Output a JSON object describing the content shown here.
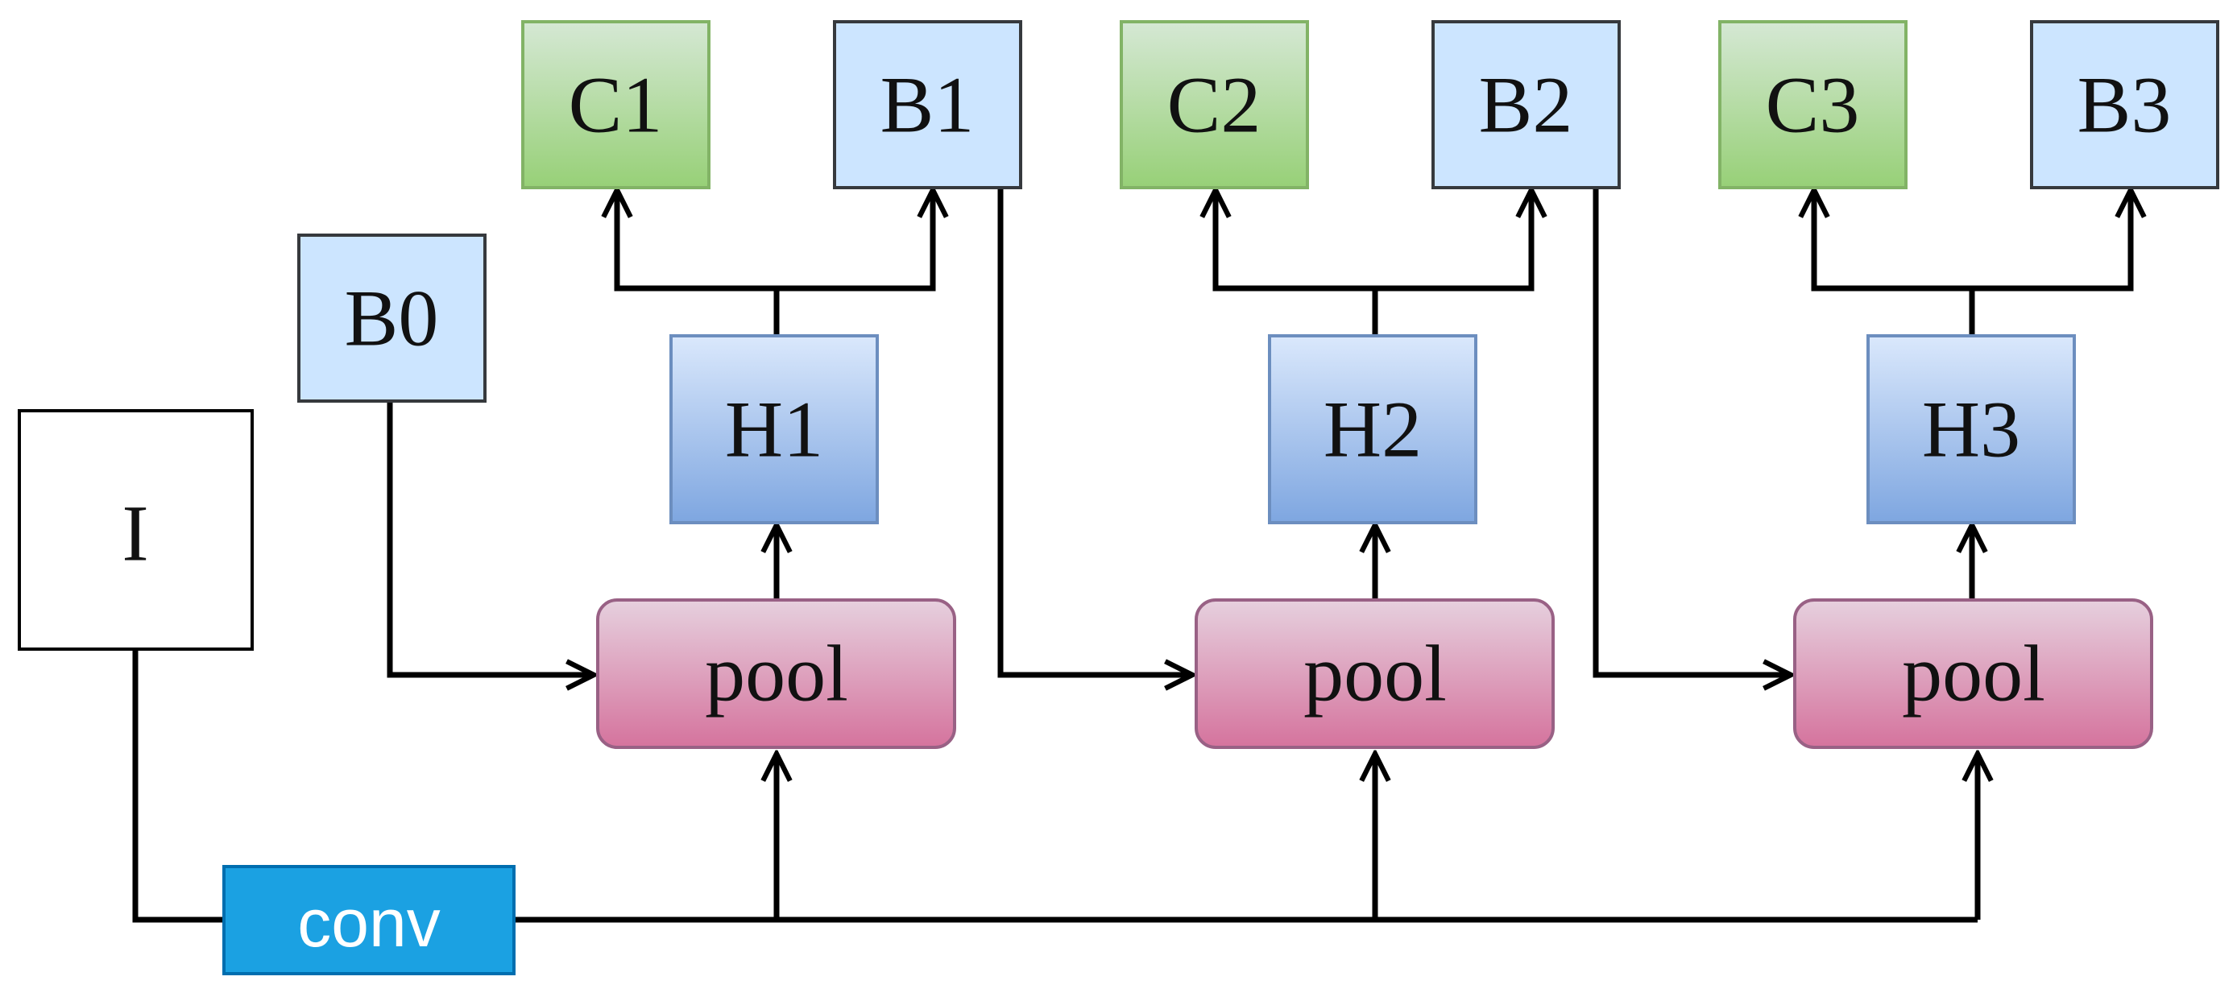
{
  "diagram": {
    "input": "I",
    "conv": "conv",
    "b0": "B0",
    "stages": [
      {
        "pool": "pool",
        "head": "H1",
        "cls": "C1",
        "box": "B1"
      },
      {
        "pool": "pool",
        "head": "H2",
        "cls": "C2",
        "box": "B2"
      },
      {
        "pool": "pool",
        "head": "H3",
        "cls": "C3",
        "box": "B3"
      }
    ]
  },
  "colors": {
    "input_fill": "#ffffff",
    "input_stroke": "#000000",
    "conv_fill": "#1ba1e2",
    "conv_stroke": "#006eaf",
    "box_fill": "#cce5ff",
    "box_stroke": "#36393d",
    "cls_fill_top": "#d5e8d4",
    "cls_fill_bottom": "#97d077",
    "cls_stroke": "#82b366",
    "head_fill_top": "#dae8fc",
    "head_fill_bottom": "#7ea6e0",
    "head_stroke": "#6c8ebf",
    "pool_fill_top": "#e6d0de",
    "pool_fill_bottom": "#d5739d",
    "pool_stroke": "#996185",
    "edge": "#000000"
  }
}
